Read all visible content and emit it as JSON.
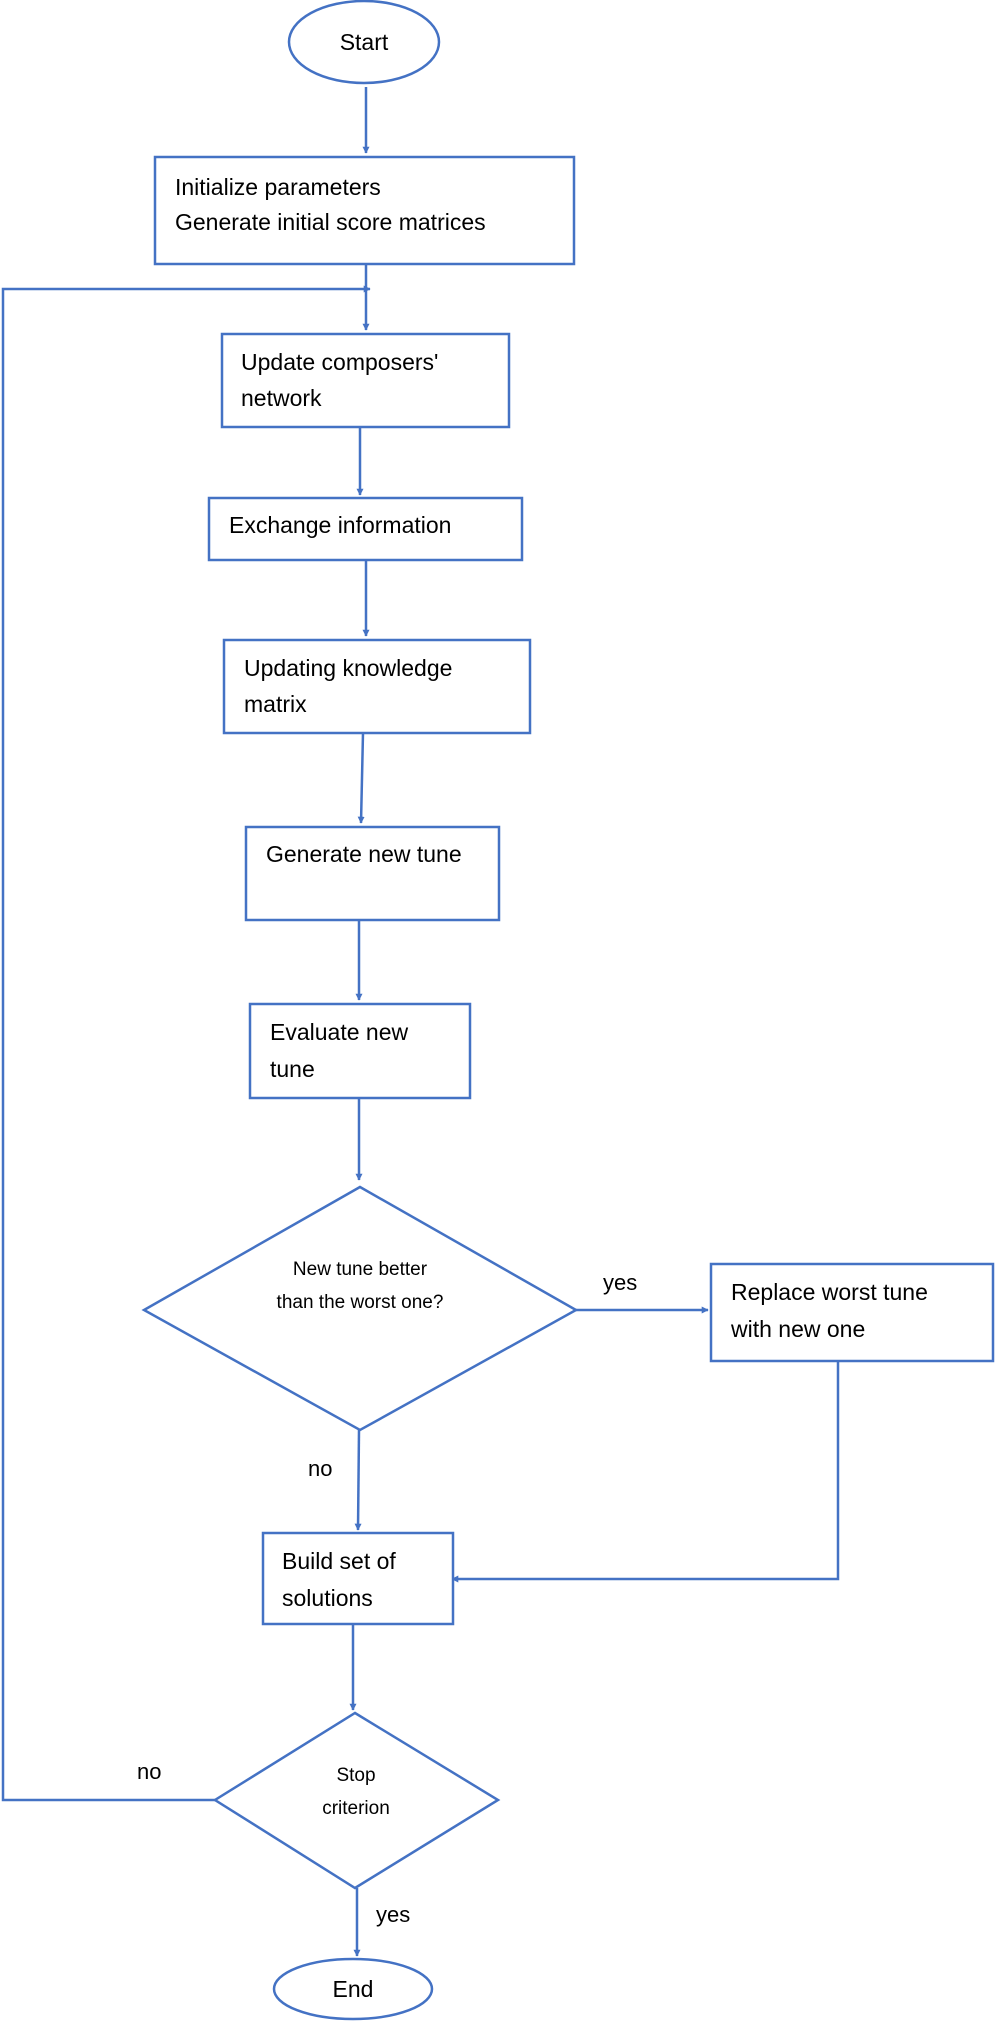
{
  "flowchart": {
    "nodes": {
      "start": "Start",
      "init": [
        "Initialize parameters",
        "Generate initial score matrices"
      ],
      "update_network": [
        "Update composers'",
        "network"
      ],
      "exchange": "Exchange information",
      "update_knowledge": [
        "Updating knowledge",
        "matrix"
      ],
      "generate": "Generate new tune",
      "evaluate": [
        "Evaluate new",
        "tune"
      ],
      "decision_better": [
        "New tune better",
        "than the worst one?"
      ],
      "replace": [
        "Replace worst tune",
        "with new one"
      ],
      "build": [
        "Build set of",
        "solutions"
      ],
      "stop": [
        "Stop",
        "criterion"
      ],
      "end": "End"
    },
    "edge_labels": {
      "better_yes": "yes",
      "better_no": "no",
      "stop_no": "no",
      "stop_yes": "yes"
    },
    "colors": {
      "stroke": "#4472C4",
      "text": "#000000",
      "background": "#ffffff"
    }
  }
}
